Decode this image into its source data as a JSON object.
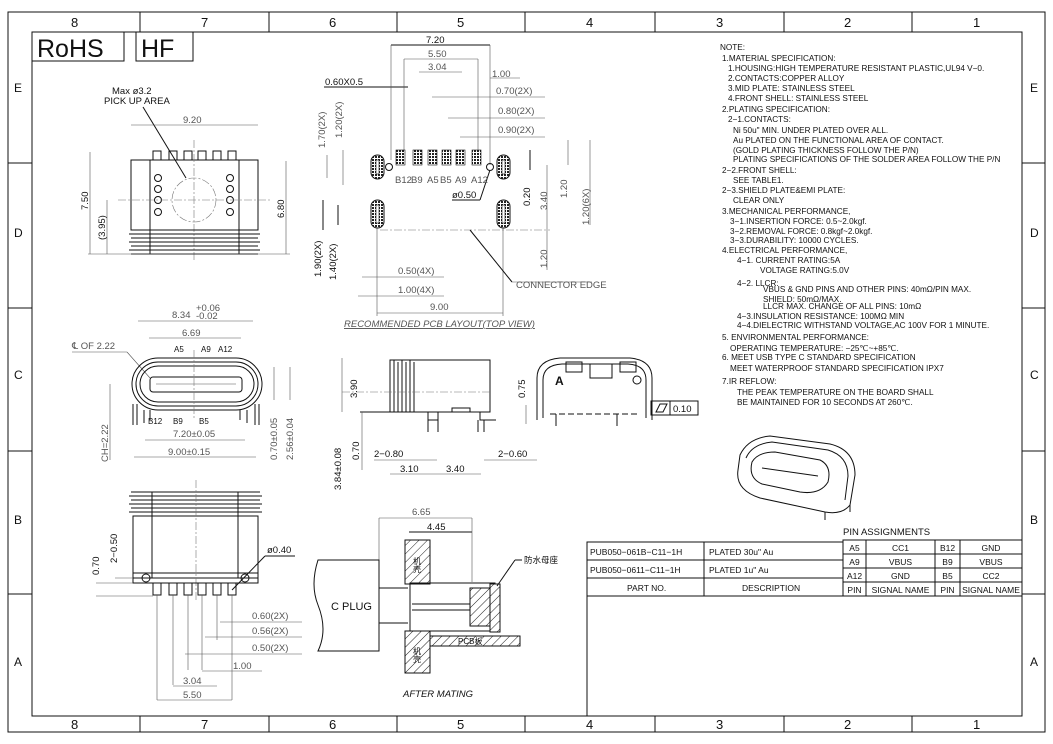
{
  "frame": {
    "columns": [
      "8",
      "7",
      "6",
      "5",
      "4",
      "3",
      "2",
      "1"
    ],
    "rows": [
      "E",
      "D",
      "C",
      "B",
      "A"
    ]
  },
  "badges": {
    "rohs": "RoHS",
    "hf": "HF"
  },
  "top_view": {
    "pickup_label_1": "Max ø3.2",
    "pickup_label_2": "PICK UP AREA",
    "dim_width": "9.20",
    "dim_height": "7.50",
    "dim_center": "(3.95)",
    "dim_body": "6.80"
  },
  "pcb_layout": {
    "dim_720": "7.20",
    "dim_550": "5.50",
    "dim_304": "3.04",
    "dim_100": "1.00",
    "dim_070": "0.70(2X)",
    "dim_080": "0.80(2X)",
    "dim_090": "0.90(2X)",
    "dim_060x05": "0.60X0.5",
    "dim_170": "1.70(2X)",
    "dim_120_2x": "1.20(2X)",
    "dim_190": "1.90(2X)",
    "dim_140": "1.40(2X)",
    "dim_050_4x": "0.50(4X)",
    "dim_100_4x": "1.00(4X)",
    "dim_900": "9.00",
    "dim_hole": "ø0.50",
    "dim_020": "0.20",
    "dim_340": "3.40",
    "dim_120_a": "1.20",
    "dim_120_6x": "1.20(6X)",
    "dim_120_b": "1.20",
    "connector_edge": "CONNECTOR EDGE",
    "pins": [
      "B12",
      "B9",
      "A5",
      "B5",
      "A9",
      "A12"
    ],
    "caption": "RECOMMENDED PCB LAYOUT(TOP VIEW)"
  },
  "front_view": {
    "dim_834": "8.34",
    "tol_plus": "+0.06",
    "tol_minus": "-0.02",
    "dim_669": "6.69",
    "cl_label": "℄ OF 2.22",
    "top_pins": [
      "A5",
      "A9",
      "A12"
    ],
    "bottom_pins": [
      "B12",
      "B9",
      "B5"
    ],
    "dim_720": "7.20±0.05",
    "dim_900": "9.00±0.15",
    "dim_ch": "CH=2.22",
    "dim_070": "0.70±0.05",
    "dim_256": "2.56±0.04"
  },
  "side_view": {
    "dim_390": "3.90",
    "dim_384": "3.84±0.08",
    "dim_070": "0.70",
    "dim_2_080": "2−0.80",
    "dim_2_060": "2−0.60",
    "dim_310": "3.10",
    "dim_340": "3.40"
  },
  "rear_front_view": {
    "dim_075": "0.75",
    "side_mark": "A",
    "flatness_value": "0.10"
  },
  "bottom_view": {
    "dim_070": "0.70",
    "dim_2_050": "2−0.50",
    "dim_hole": "ø0.40",
    "dim_060": "0.60(2X)",
    "dim_056": "0.56(2X)",
    "dim_050": "0.50(2X)",
    "dim_100": "1.00",
    "dim_304": "3.04",
    "dim_550": "5.50"
  },
  "after_mating": {
    "dim_665": "6.65",
    "dim_445": "4.45",
    "plug_label": "C PLUG",
    "housing_label_top": "机壳",
    "housing_label_bottom": "机壳",
    "pcb_label": "PCB板",
    "receptacle_label": "防水母座",
    "caption": "AFTER MATING"
  },
  "notes": [
    {
      "text": "NOTE:",
      "indent": 0
    },
    {
      "text": "1.MATERIAL SPECIFICATION:",
      "indent": 1
    },
    {
      "text": "1.HOUSING:HIGH TEMPERATURE RESISTANT PLASTIC,UL94 V−0.",
      "indent": 2
    },
    {
      "text": "2.CONTACTS:COPPER ALLOY",
      "indent": 2
    },
    {
      "text": "3.MID PLATE: STAINLESS STEEL",
      "indent": 2
    },
    {
      "text": "4.FRONT SHELL: STAINLESS STEEL",
      "indent": 2
    },
    {
      "text": "2.PLATING SPECIFICATION:",
      "indent": 1
    },
    {
      "text": "2−1.CONTACTS:",
      "indent": 2
    },
    {
      "text": "Ni 50u\" MIN. UNDER PLATED OVER ALL.",
      "indent": 3
    },
    {
      "text": "Au PLATED ON THE FUNCTIONAL AREA OF CONTACT.",
      "indent": 3
    },
    {
      "text": "(GOLD PLATING THICKNESS FOLLOW THE P/N)",
      "indent": 3
    },
    {
      "text": "PLATING SPECIFICATIONS OF THE SOLDER AREA FOLLOW THE P/N",
      "indent": 3
    },
    {
      "text": "2−2.FRONT SHELL:",
      "indent": 1
    },
    {
      "text": "SEE TABLE1.",
      "indent": 3
    },
    {
      "text": "2−3.SHIELD PLATE&EMI PLATE:",
      "indent": 1
    },
    {
      "text": "CLEAR ONLY",
      "indent": 3
    },
    {
      "text": "3.MECHANICAL PERFORMANCE,",
      "indent": 1
    },
    {
      "text": "3−1.INSERTION FORCE: 0.5~2.0kgf.",
      "indent": 4
    },
    {
      "text": "3−2.REMOVAL FORCE: 0.8kgf~2.0kgf.",
      "indent": 4
    },
    {
      "text": "3−3.DURABILITY: 10000 CYCLES.",
      "indent": 4
    },
    {
      "text": "4.ELECTRICAL PERFORMANCE,",
      "indent": 1
    },
    {
      "text": "4−1. CURRENT RATING:5A",
      "indent": 5
    },
    {
      "text": "VOLTAGE RATING:5.0V",
      "indent": 6
    },
    {
      "text": "4−2. LLCR:",
      "indent": 5
    },
    {
      "text": "VBUS & GND PINS AND OTHER PINS: 40mΩ/PIN MAX.",
      "indent": 7
    },
    {
      "text": "SHIELD: 50mΩ/MAX.",
      "indent": 7
    },
    {
      "text": "LLCR MAX. CHANGE OF ALL PINS: 10mΩ",
      "indent": 7
    },
    {
      "text": "4−3.INSULATION RESISTANCE: 100MΩ  MIN",
      "indent": 5
    },
    {
      "text": "4−4.DIELECTRIC WITHSTAND VOLTAGE,AC 100V FOR 1 MINUTE.",
      "indent": 5
    },
    {
      "text": "5. ENVIRONMENTAL PERFORMANCE:",
      "indent": 1
    },
    {
      "text": "OPERATING TEMPERATURE: −25℃~+85℃.",
      "indent": 4
    },
    {
      "text": "6. MEET USB TYPE C STANDARD SPECIFICATION",
      "indent": 1
    },
    {
      "text": "MEET WATERPROOF STANDARD SPECIFICATION IPX7",
      "indent": 4
    },
    {
      "text": "7.IR REFLOW:",
      "indent": 1
    },
    {
      "text": "THE PEAK TEMPERATURE ON THE BOARD SHALL",
      "indent": 5
    },
    {
      "text": "BE MAINTAINED FOR 10 SECONDS AT 260℃.",
      "indent": 5
    }
  ],
  "part_table": {
    "rows": [
      {
        "part_no": "PUB050−061B−C11−1H",
        "description": "PLATED  30u\" Au"
      },
      {
        "part_no": "PUB050−0611−C11−1H",
        "description": "PLATED  1u\" Au"
      }
    ],
    "header": {
      "part_no": "PART NO.",
      "description": "DESCRIPTION"
    }
  },
  "pin_table": {
    "title": "PIN ASSIGNMENTS",
    "rows": [
      [
        "A5",
        "CC1",
        "B12",
        "GND"
      ],
      [
        "A9",
        "VBUS",
        "B9",
        "VBUS"
      ],
      [
        "A12",
        "GND",
        "B5",
        "CC2"
      ]
    ],
    "header": [
      "PIN",
      "SIGNAL NAME",
      "PIN",
      "SIGNAL NAME"
    ]
  }
}
